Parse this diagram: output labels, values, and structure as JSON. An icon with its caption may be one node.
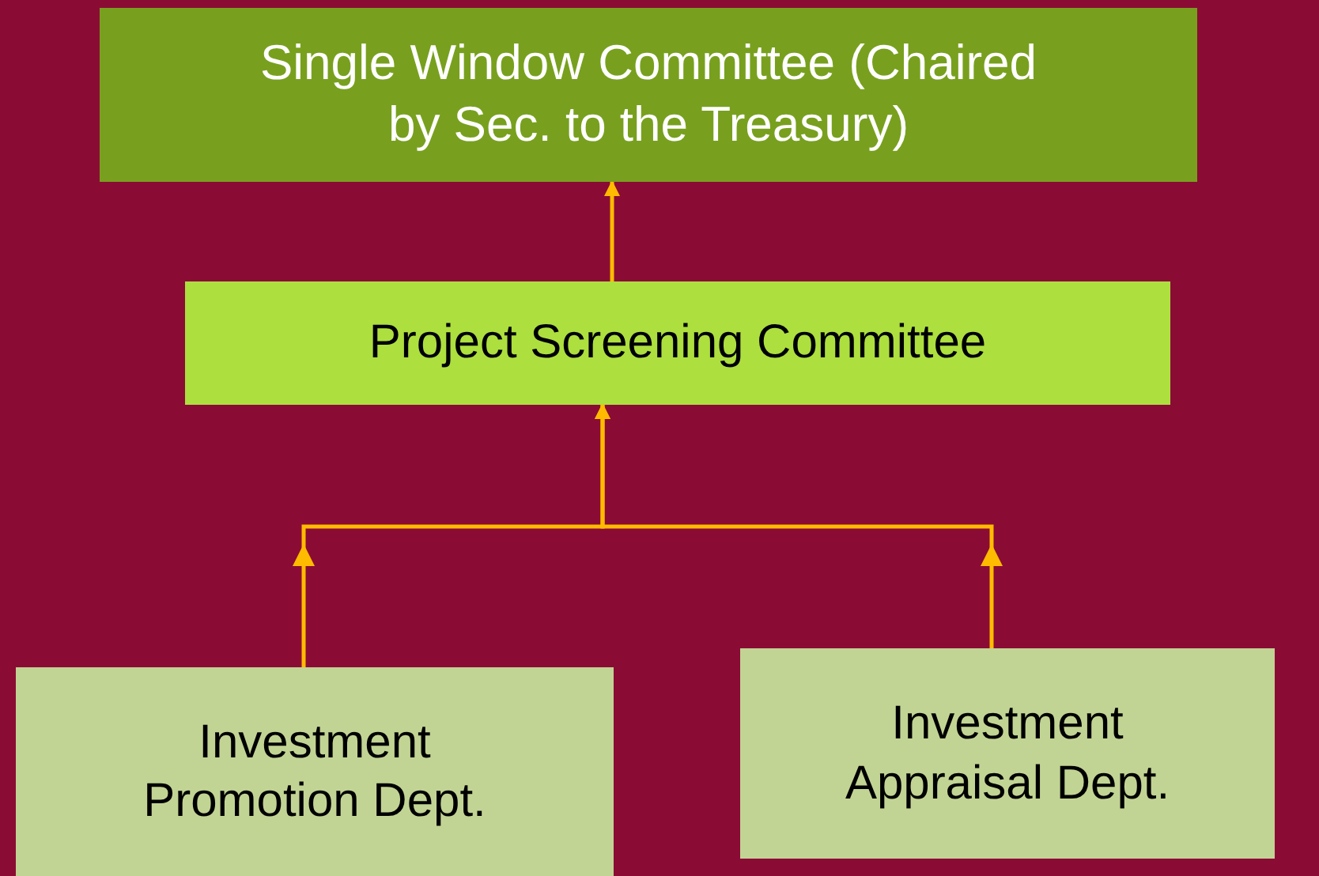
{
  "diagram": {
    "nodes": [
      {
        "text": [
          "Single Window Committee (Chaired by Sec. to the Treasury)"
        ]
      },
      {
        "text": [
          "Project Screening Committee"
        ]
      },
      {
        "text": [
          "Investment Promotion Dept."
        ]
      },
      {
        "text": [
          "Investment Appraisal Dept."
        ]
      }
    ],
    "edges": [
      {
        "from": 1,
        "to": 0,
        "arrow": "to"
      },
      {
        "from": 2,
        "to": 1,
        "arrow": "to"
      },
      {
        "from": 3,
        "to": 1,
        "arrow": "to"
      }
    ]
  }
}
